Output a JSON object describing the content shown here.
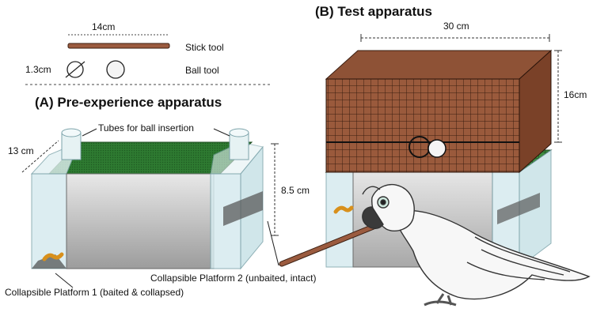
{
  "tools": {
    "stick_length": "14cm",
    "stick_label": "Stick tool",
    "ball_diameter": "1.3cm",
    "ball_label": "Ball tool"
  },
  "panel_a": {
    "title": "(A)  Pre-experience apparatus",
    "tubes_label": "Tubes for ball insertion",
    "depth": "13 cm",
    "height": "8.5 cm",
    "platform2_label": "Collapsible Platform 2 (unbaited, intact)",
    "platform1_label": "Collapsible Platform 1 (baited & collapsed)"
  },
  "panel_b": {
    "title": "(B)  Test apparatus",
    "width": "30 cm",
    "height": "16cm"
  },
  "colors": {
    "brown": "#8b4a30",
    "green": "#2f7a33",
    "glass": "#cfe7ec",
    "grey": "#b5b5b5"
  }
}
